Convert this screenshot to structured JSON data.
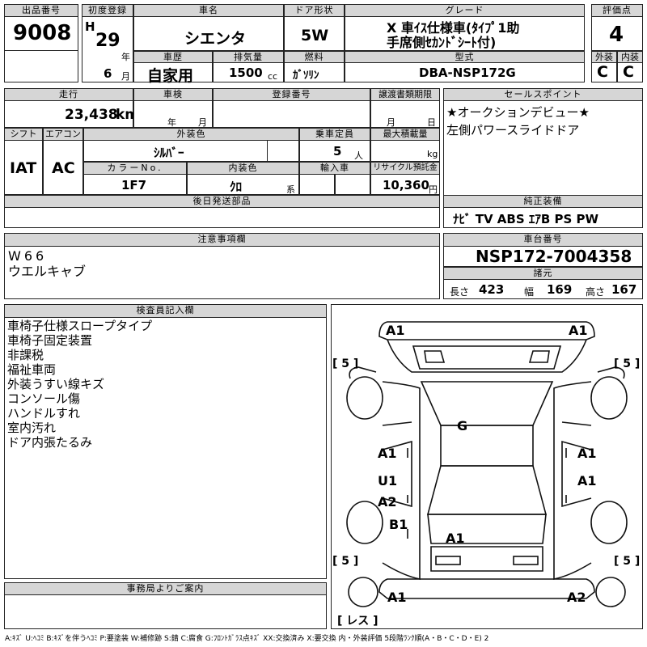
{
  "header": {
    "lot_no_label": "出品番号",
    "lot_no": "9008",
    "first_reg_label": "初度登録",
    "era": "H",
    "year": "29",
    "year_unit": "年",
    "month": "6",
    "month_unit": "月",
    "car_name_label": "車名",
    "car_name": "シエンタ",
    "door_label": "ドア形状",
    "door": "5W",
    "grade_label": "グレード",
    "grade_line1": "X 車ｲｽ仕様車(ﾀｲﾌﾟ1助",
    "grade_line2": "手席側ｾｶﾝﾄﾞｼｰﾄ付)",
    "score_label": "評価点",
    "score": "4",
    "history_label": "車歴",
    "history": "自家用",
    "displacement_label": "排気量",
    "displacement": "1500",
    "displacement_unit": "cc",
    "fuel_label": "燃料",
    "fuel": "ｶﾞｿﾘﾝ",
    "model_label": "型式",
    "model": "DBA-NSP172G",
    "exterior_label": "外装",
    "exterior": "C",
    "interior_label": "内装",
    "interior": "C"
  },
  "row2": {
    "mileage_label": "走行",
    "mileage": "23,438",
    "mileage_unit": "km",
    "inspection_label": "車検",
    "insp_year_unit": "年",
    "insp_month_unit": "月",
    "reg_no_label": "登録番号",
    "transfer_label": "譲渡書類期限",
    "transfer_month_unit": "月",
    "transfer_day_unit": "日",
    "sales_label": "セールスポイント",
    "sales_points": [
      "★オークションデビュー★",
      "左側パワースライドドア"
    ],
    "shift_label": "シフト",
    "shift": "IAT",
    "ac_label": "エアコン",
    "ac": "AC",
    "ext_color_label": "外装色",
    "ext_color": "ｼﾙﾊﾞｰ",
    "capacity_label": "乗車定員",
    "capacity": "5",
    "capacity_unit": "人",
    "max_load_label": "最大積載量",
    "max_load_unit": "kg",
    "color_no_label": "カラーNo.",
    "color_no": "1F7",
    "int_color_label": "内装色",
    "int_color": "ｸﾛ",
    "int_color_unit": "系",
    "import_label": "輸入車",
    "recycle_label": "リサイクル預託金",
    "recycle": "10,360",
    "recycle_unit": "円"
  },
  "parts": {
    "later_parts_label": "後日発送部品",
    "equipment_label": "純正装備",
    "equipment": "ﾅﾋﾞ  TV  ABS ｴｱB PS PW"
  },
  "caution": {
    "label": "注意事項欄",
    "lines": [
      "W66",
      "ウエルキャブ"
    ]
  },
  "chassis": {
    "label": "車台番号",
    "number": "NSP172-7004358",
    "dims_label": "諸元",
    "length_label": "長さ",
    "length": "423",
    "width_label": "幅",
    "width": "169",
    "height_label": "高さ",
    "height": "167"
  },
  "inspector": {
    "label": "検査員記入欄",
    "lines": [
      "車椅子仕様スロープタイプ",
      "車椅子固定装置",
      "非課税",
      "福祉車両",
      "外装うすい線キズ",
      "コンソール傷",
      "ハンドルすれ",
      "室内汚れ",
      "ドア内張たるみ"
    ]
  },
  "office": {
    "label": "事務局よりご案内"
  },
  "diagram": {
    "marks": [
      "A1",
      "A1",
      "G",
      "A1",
      "A1",
      "U1",
      "A1",
      "A2",
      "B1",
      "A1",
      "A1",
      "A2"
    ],
    "tires": [
      "5",
      "5",
      "5",
      "5"
    ],
    "spare": "レス"
  },
  "legend": "A:ｷｽﾞ U:ﾍｺﾐ B:ｷｽﾞを伴うﾍｺﾐ P:要塗装 W:補修跡 S:錆 C:腐食 G:ﾌﾛﾝﾄｶﾞﾗｽ点ｷｽﾞ XX:交換済み X:要交換 内・外装評価 5段階ﾗﾝｸ順(A・B・C・D・E) 2"
}
